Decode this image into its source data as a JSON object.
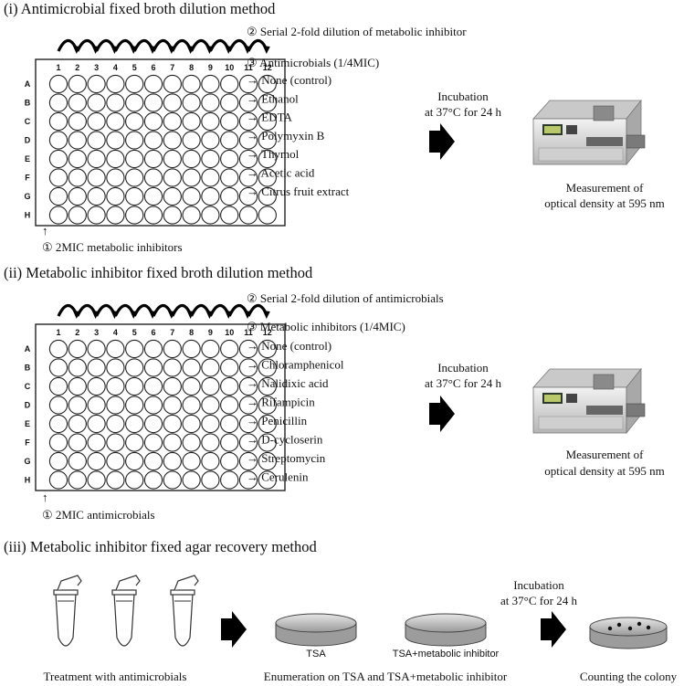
{
  "section1": {
    "heading": "(i) Antimicrobial fixed broth dilution method",
    "serial_note": "② Serial 2-fold dilution of metabolic inhibitor",
    "fixed_label": "③ Antimicrobials (1/4MIC)",
    "rows": [
      "→ None (control)",
      "→ Ethanol",
      "→ EDTA",
      "→ Polymyxin B",
      "→ Thymol",
      "→ Acetic acid",
      "→ Citrus fruit extract"
    ],
    "start_arrow": "↑",
    "start_label": "① 2MIC metabolic inhibitors",
    "incubation_line1": "Incubation",
    "incubation_line2": "at 37°C for 24 h",
    "measure_line1": "Measurement of",
    "measure_line2": "optical density at 595 nm"
  },
  "section2": {
    "heading": "(ii) Metabolic inhibitor fixed broth dilution method",
    "serial_note": "② Serial 2-fold dilution of antimicrobials",
    "fixed_label": "③ Metabolic inhibitors (1/4MIC)",
    "rows": [
      "→ None (control)",
      "→ Chloramphenicol",
      "→ Nalidixic acid",
      "→ Rifampicin",
      "→ Penicillin",
      "→ D-cycloserin",
      "→ Streptomycin",
      "→ Cerulenin"
    ],
    "start_arrow": "↑",
    "start_label": "① 2MIC antimicrobials",
    "incubation_line1": "Incubation",
    "incubation_line2": "at 37°C for 24 h",
    "measure_line1": "Measurement of",
    "measure_line2": "optical density at 595 nm"
  },
  "section3": {
    "heading": "(iii) Metabolic inhibitor fixed agar recovery method",
    "step1_label": "Treatment with antimicrobials",
    "plate_a_label": "TSA",
    "plate_b_label": "TSA+metabolic inhibitor",
    "step2_label": "Enumeration on TSA and TSA+metabolic inhibitor",
    "incubation_line1": "Incubation",
    "incubation_line2": "at 37°C for 24 h",
    "step3_label": "Counting the colony"
  },
  "plate": {
    "columns": [
      "1",
      "2",
      "3",
      "4",
      "5",
      "6",
      "7",
      "8",
      "9",
      "10",
      "11",
      "12"
    ],
    "row_letters": [
      "A",
      "B",
      "C",
      "D",
      "E",
      "F",
      "G",
      "H"
    ]
  },
  "colors": {
    "ink": "#111111",
    "arrow": "#000000",
    "plate_fill": "#bdbdbd",
    "instrument_body": "#d8d8d8"
  },
  "icons": [
    "curved-arrow-icon",
    "block-arrow-icon",
    "plate-reader-icon",
    "microtube-icon",
    "petri-dish-icon"
  ]
}
